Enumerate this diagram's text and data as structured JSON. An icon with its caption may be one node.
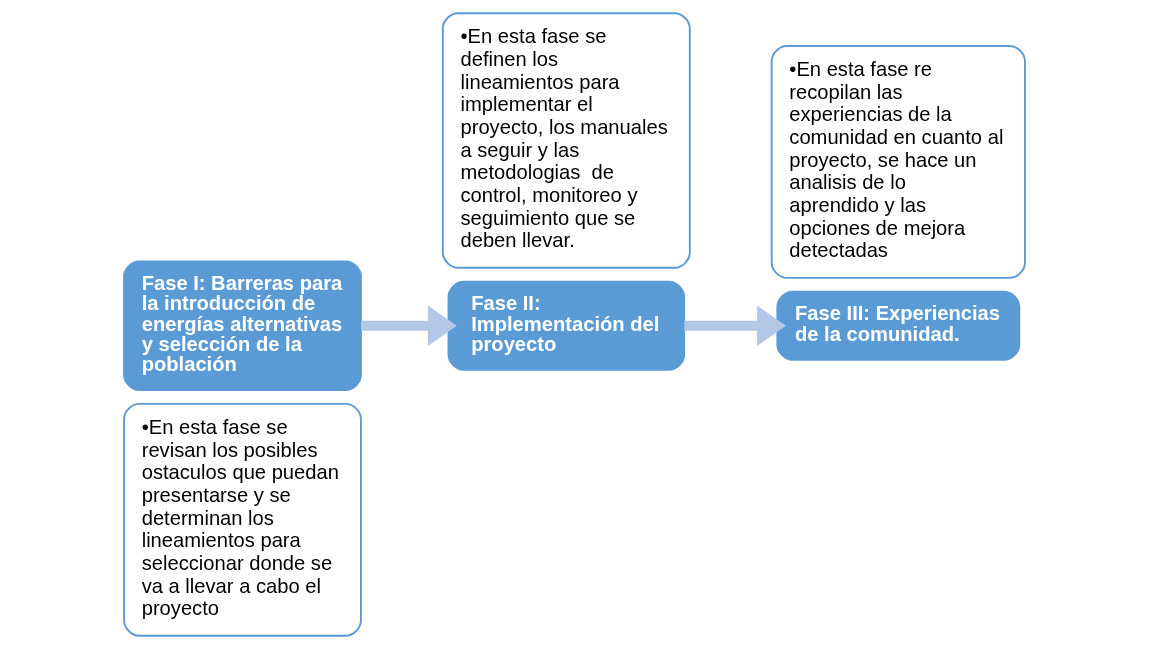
{
  "diagram": {
    "nodes": [
      {
        "text": [
          "Fase I: Barreras para la introducción de energías alternativas y selección de la población"
        ]
      },
      {
        "text": [
          "•En esta fase se revisan los posibles ostaculos que puedan presentarse y se determinan los lineamientos para seleccionar donde se va a llevar a cabo el proyecto"
        ]
      },
      {
        "text": [
          "Fase II: Implementación del proyecto"
        ]
      },
      {
        "text": [
          "•En esta fase se definen los lineamientos para implementar el proyecto, los manuales a seguir y las metodologias  de control, monitoreo y seguimiento que se deben llevar."
        ]
      },
      {
        "text": [
          "Fase III: Experiencias de la comunidad."
        ]
      },
      {
        "text": [
          "•En esta fase re recopilan las experiencias de la comunidad en cuanto al proyecto, se hace un analisis de lo aprendido y las opciones de mejora detectadas"
        ]
      }
    ],
    "edges": [
      {
        "from": 0,
        "to": 2,
        "arrow": "to"
      },
      {
        "from": 2,
        "to": 4,
        "arrow": "to"
      }
    ]
  }
}
